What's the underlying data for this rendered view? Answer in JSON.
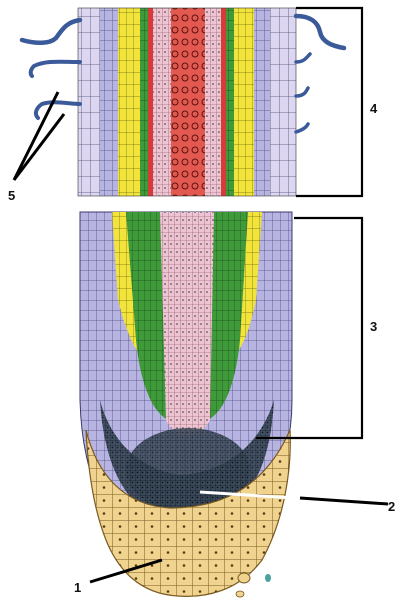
{
  "labels": {
    "l1": "1",
    "l2": "2",
    "l3": "3",
    "l4": "4",
    "l5": "5"
  },
  "zones": [
    {
      "name": "root-cap",
      "label": "1"
    },
    {
      "name": "meristem-zone",
      "label": "2"
    },
    {
      "name": "elongation-zone",
      "label": "3"
    },
    {
      "name": "root-hair-zone",
      "label": "4"
    },
    {
      "name": "root-hairs",
      "label": "5"
    }
  ],
  "colors": {
    "cap": "#efd18c",
    "cap_edge": "#8a6a2a",
    "meristem": "#2c3d4a",
    "cortex": "#a9a8d8",
    "epidermis": "#d7d1ef",
    "xylem_green": "#2f8a3a",
    "phloem_yellow": "#f0e020",
    "stele_pink": "#e9b9c8",
    "vessel_red": "#dd3a3a",
    "line": "#000000"
  }
}
